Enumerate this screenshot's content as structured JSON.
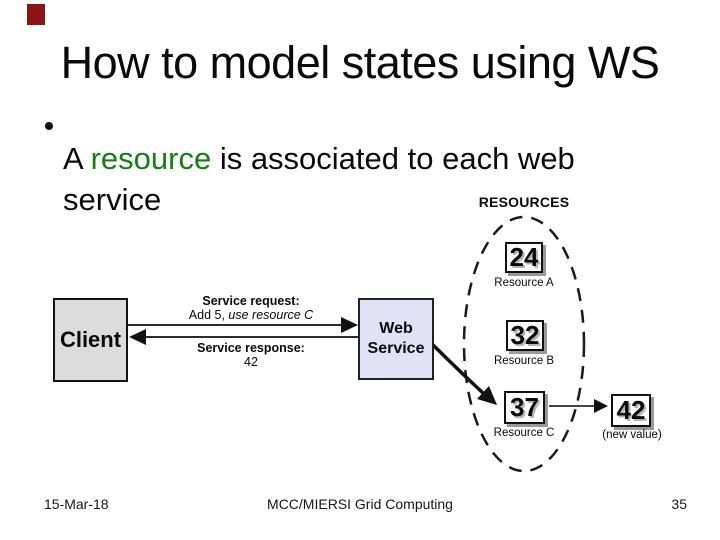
{
  "slide": {
    "title": "How to model states using WS",
    "bullet": {
      "pre": "A ",
      "highlight": "resource",
      "post": " is associated to each web service"
    }
  },
  "diagram": {
    "client": {
      "label": "Client"
    },
    "web_service": {
      "line1": "Web",
      "line2": "Service"
    },
    "request": {
      "title": "Service request:",
      "detail_plain": "Add 5, ",
      "detail_italic": "use resource C"
    },
    "response": {
      "title": "Service response:",
      "value": "42"
    },
    "resources_title": "RESOURCES",
    "resources": [
      {
        "value": "24",
        "label": "Resource A"
      },
      {
        "value": "32",
        "label": "Resource B"
      },
      {
        "value": "37",
        "label": "Resource C"
      }
    ],
    "new_value": {
      "value": "42",
      "label": "(new value)"
    }
  },
  "footer": {
    "date": "15-Mar-18",
    "center": "MCC/MIERSI Grid Computing",
    "page": "35"
  },
  "colors": {
    "highlight_green": "#148014",
    "client_fill": "#dcdcdc",
    "service_fill": "#e2e2f6",
    "corner_accent": "#8b1414",
    "box_shadow": "#999999"
  }
}
